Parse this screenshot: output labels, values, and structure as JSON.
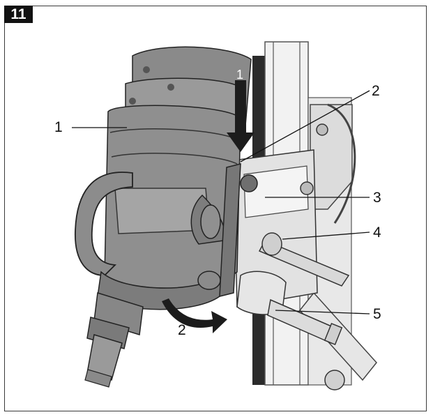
{
  "figure": {
    "number": "11"
  },
  "callouts": {
    "c1_left": "1",
    "c1_arrow": "1",
    "c2_top": "2",
    "c2_bottom": "2",
    "c3": "3",
    "c4": "4",
    "c5": "5"
  },
  "colors": {
    "frame": "#3a3a3a",
    "motor_gray": "#8f8f8f",
    "column_dark": "#2b2b2b",
    "bracket_light": "#e2e2e2"
  }
}
